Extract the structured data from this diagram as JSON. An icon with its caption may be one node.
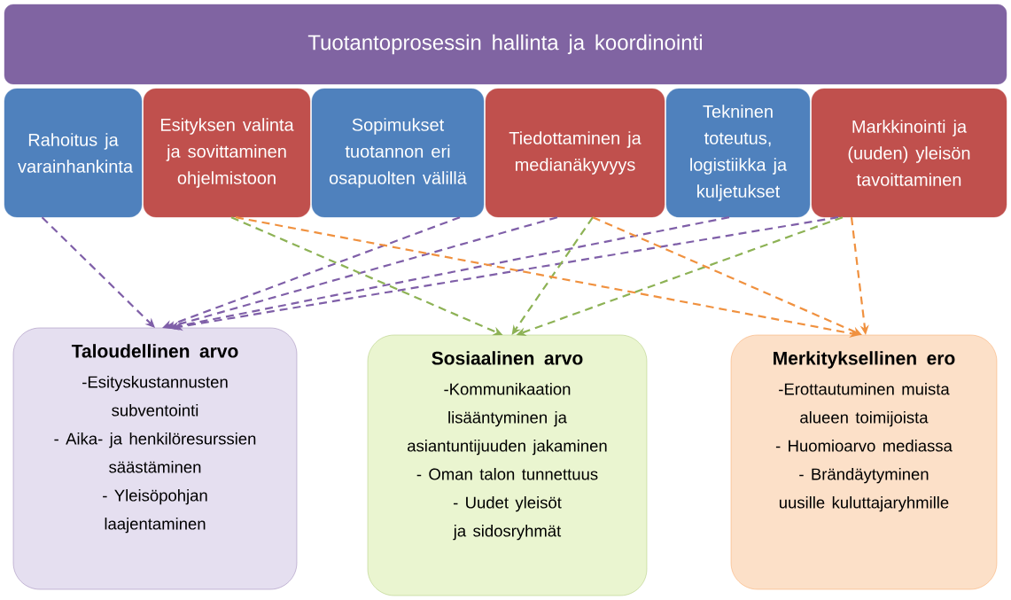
{
  "diagram": {
    "nodes": [
      {
        "text": [
          "Tuotantoprosessin hallinta ja koordinointi"
        ]
      },
      {
        "text": [
          "Rahoitus ja varainhankinta"
        ]
      },
      {
        "text": [
          "Esityksen valinta ja sovittaminen ohjelmistoon"
        ]
      },
      {
        "text": [
          "Sopimukset tuotannon eri osapuolten välillä"
        ]
      },
      {
        "text": [
          "Tiedottaminen ja medianäkyvyys"
        ]
      },
      {
        "text": [
          "Tekninen toteutus, logistiikka ja kuljetukset"
        ]
      },
      {
        "text": [
          "Markkinointi ja (uuden) yleisön tavoittaminen"
        ]
      },
      {
        "text": [
          "Taloudellinen arvo",
          "-Esityskustannusten subventointi",
          "- Aika- ja henkilöresurssien säästäminen",
          "- Yleisöpohjan laajentaminen"
        ]
      },
      {
        "text": [
          "Sosiaalinen arvo",
          "-Kommunikaation lisääntyminen ja asiantuntijuuden jakaminen",
          "- Oman talon tunnettuus",
          "- Uudet yleisöt ja sidosryhmät"
        ]
      },
      {
        "text": [
          "Merkityksellinen ero",
          "-Erottautuminen muista alueen toimijoista",
          "- Huomioarvo mediassa",
          "- Brändäytyminen uusille kuluttajaryhmille"
        ]
      }
    ],
    "edges": [
      {
        "from": 1,
        "to": 7,
        "arrow": "to",
        "style": "dashed"
      },
      {
        "from": 3,
        "to": 7,
        "arrow": "to",
        "style": "dashed"
      },
      {
        "from": 4,
        "to": 7,
        "arrow": "to",
        "style": "dashed"
      },
      {
        "from": 5,
        "to": 7,
        "arrow": "to",
        "style": "dashed"
      },
      {
        "from": 6,
        "to": 7,
        "arrow": "to",
        "style": "dashed"
      },
      {
        "from": 2,
        "to": 8,
        "arrow": "to",
        "style": "dashed",
        "color": "#8db255"
      },
      {
        "from": 4,
        "to": 8,
        "arrow": "to",
        "style": "dashed",
        "color": "#8db255"
      },
      {
        "from": 6,
        "to": 8,
        "arrow": "to",
        "style": "dashed",
        "color": "#8db255"
      },
      {
        "from": 2,
        "to": 9,
        "arrow": "to",
        "style": "dashed",
        "color": "#f0913f"
      },
      {
        "from": 4,
        "to": 9,
        "arrow": "to",
        "style": "dashed",
        "color": "#f0913f"
      },
      {
        "from": 6,
        "to": 9,
        "arrow": "to",
        "style": "dashed",
        "color": "#f0913f"
      }
    ]
  }
}
